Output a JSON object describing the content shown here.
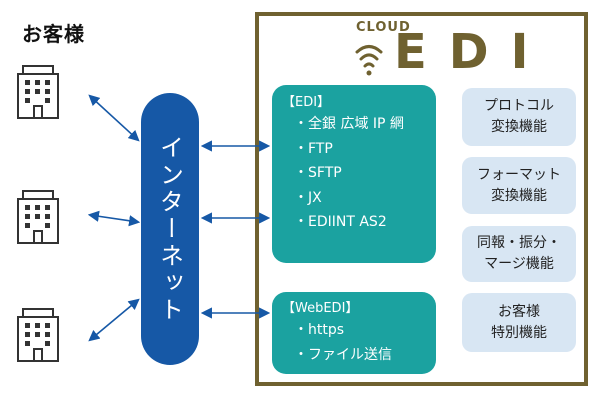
{
  "customers": {
    "title": "お客様"
  },
  "internet": {
    "label": "インターネット"
  },
  "cloud_edi": {
    "cloud_text": "CLOUD",
    "logo_text": "EDI"
  },
  "edi_box": {
    "heading": "【EDI】",
    "items": [
      "・全銀 広域 IP 網",
      "・FTP",
      "・SFTP",
      "・JX",
      "・EDIINT AS2"
    ]
  },
  "webedi_box": {
    "heading": "【WebEDI】",
    "items": [
      "・https",
      "・ファイル送信"
    ]
  },
  "features": [
    {
      "line1": "プロトコル",
      "line2": "変換機能"
    },
    {
      "line1": "フォーマット",
      "line2": "変換機能"
    },
    {
      "line1": "同報・振分・",
      "line2": "マージ機能"
    },
    {
      "line1": "お客様",
      "line2": "特別機能"
    }
  ],
  "colors": {
    "internet": "#1658a6",
    "edi_boxes": "#1ba2a0",
    "feature_boxes": "#d8e6f3",
    "frame_and_logo": "#6f6130",
    "arrows": "#1658a6"
  }
}
